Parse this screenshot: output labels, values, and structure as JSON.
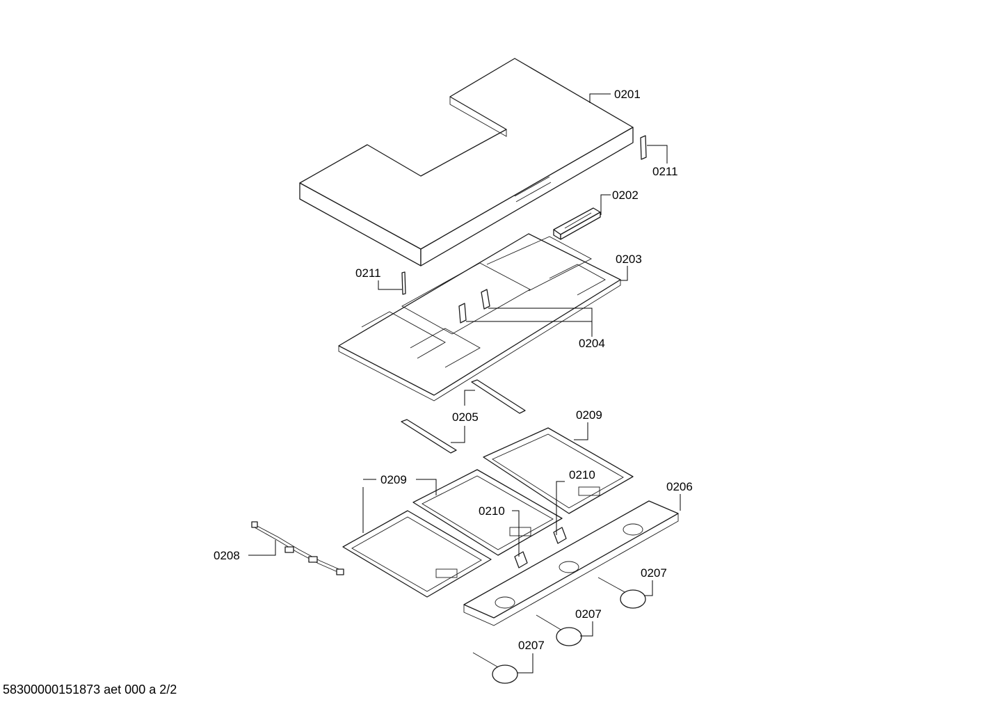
{
  "labels": {
    "p0201": "0201",
    "p0211_top": "0211",
    "p0202": "0202",
    "p0211_mid": "0211",
    "p0203": "0203",
    "p0204": "0204",
    "p0205": "0205",
    "p0209_right": "0209",
    "p0209_left": "0209",
    "p0210_right": "0210",
    "p0210_left": "0210",
    "p0206": "0206",
    "p0208": "0208",
    "p0207_a": "0207",
    "p0207_b": "0207",
    "p0207_c": "0207"
  },
  "footer": "58300000151873 aet 000 a 2/2"
}
